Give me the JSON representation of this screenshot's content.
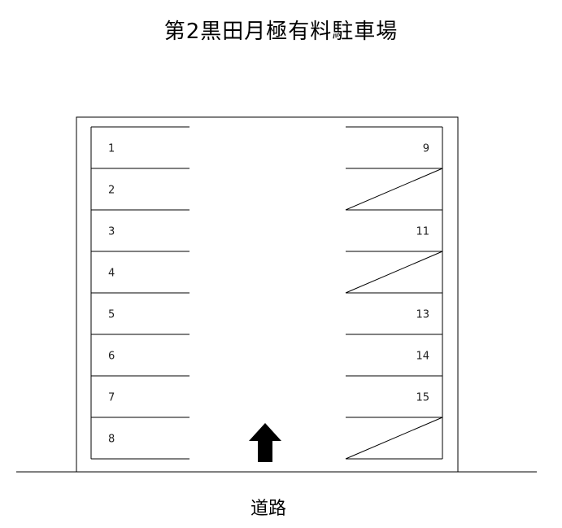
{
  "title": "第2黒田月極有料駐車場",
  "road_label": "道路",
  "left_spaces": [
    "1",
    "2",
    "3",
    "4",
    "5",
    "6",
    "7",
    "8"
  ],
  "right_spaces": [
    {
      "label": "9",
      "unavailable": false
    },
    {
      "label": "",
      "unavailable": true
    },
    {
      "label": "11",
      "unavailable": false
    },
    {
      "label": "",
      "unavailable": true
    },
    {
      "label": "13",
      "unavailable": false
    },
    {
      "label": "14",
      "unavailable": false
    },
    {
      "label": "15",
      "unavailable": false
    },
    {
      "label": "",
      "unavailable": true
    }
  ],
  "entrance_arrow": "up-arrow-icon"
}
